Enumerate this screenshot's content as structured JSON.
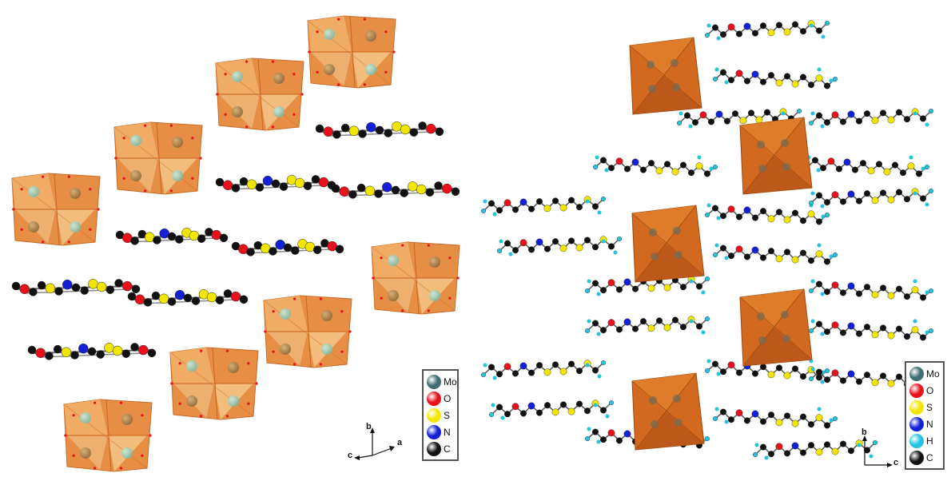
{
  "legend_left": {
    "items": [
      {
        "label": "Mo",
        "color": "#3f6d70"
      },
      {
        "label": "O",
        "color": "#e8101a"
      },
      {
        "label": "S",
        "color": "#f2e600"
      },
      {
        "label": "N",
        "color": "#1320d8"
      },
      {
        "label": "C",
        "color": "#111111"
      }
    ]
  },
  "legend_right": {
    "items": [
      {
        "label": "Mo",
        "color": "#3f6d70"
      },
      {
        "label": "O",
        "color": "#e8101a"
      },
      {
        "label": "S",
        "color": "#f2e600"
      },
      {
        "label": "N",
        "color": "#1320d8"
      },
      {
        "label": "H",
        "color": "#24c4e0"
      },
      {
        "label": "C",
        "color": "#111111"
      }
    ]
  },
  "axes_left": {
    "b": "b",
    "a": "a",
    "c": "c"
  },
  "axes_right": {
    "b": "b",
    "c": "c"
  },
  "colors": {
    "polyhedron": "#e5883a",
    "polyhedron_dark": "#c9641c"
  }
}
